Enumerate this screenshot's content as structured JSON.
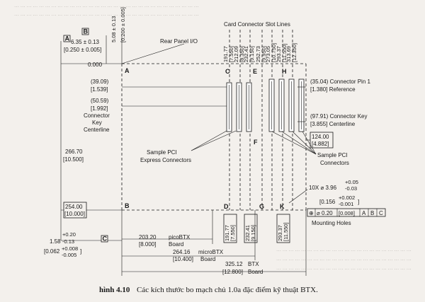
{
  "bleed": {
    "top_lines": [
      "… … … … … … … … … … … … … … … … … … … … … … … … … … … … … …",
      "… … … … … … … … … … … … … … … … … … … … … … … … … … … … … …"
    ],
    "bottom_lines": [
      "… … … … … … … … … … … … … … … … … … … … … …",
      "… … … … … … … … … … … … … … … … … … … … … …",
      "… … … … … … … … … … … … … … … … … … … … … …"
    ]
  },
  "labels": {
    "rear_panel": "Rear Panel I/O",
    "card_connector_slot_lines": "Card Connector Slot Lines",
    "connector_pin1": "(35.04) Connector Pin 1",
    "connector_pin1_in": "[1.380] Reference",
    "connector_key_right_1": "(97.91) Connector Key",
    "connector_key_right_2": "[3.855] Centerline",
    "connector_key_left_1": "Connector",
    "connector_key_left_2": "Key",
    "connector_key_left_3": "Centerline",
    "sample_pci_express_1": "Sample PCI",
    "sample_pci_express_2": "Express Connectors",
    "sample_pci_1": "Sample PCI",
    "sample_pci_2": "Connectors",
    "mounting_holes": "Mounting Holes",
    "hole_count_dim": "10X ⌀ 3.96",
    "hole_tol_plus": "+0.05",
    "hole_tol_minus": "-0.03",
    "hole_in": "[0.156",
    "hole_in_tol_plus": "+0.002",
    "hole_in_tol_minus": "-0.001",
    "hole_in_close": "]",
    "fcf_symbol": "⊕",
    "fcf_tol": "⌀ 0.20",
    "fcf_tol_in": "[0.008]",
    "fcf_a": "A",
    "fcf_b": "B",
    "fcf_c": "C"
  },
  "datums": {
    "a": "A",
    "b": "B",
    "c": "C"
  },
  "dims": {
    "top_left_1": "6.35 ± 0.13",
    "top_left_2": "[0.250 ± 0.005]",
    "top_v1": "5.08 ± 0.13",
    "top_v2": "[0.200 ± 0.005]",
    "zero_top": "0.000",
    "d_3909": "(39.09)",
    "d_3909_in": "[1.539]",
    "d_5059": "(50.59)",
    "d_5059_in": "[1.992]",
    "d_26670": "266.70",
    "d_26670_in": "[10.500]",
    "d_254": "254.00",
    "d_254_in": "[10.000]",
    "d_158": "1.58",
    "d_158_tol_plus": "+0.20",
    "d_158_tol_minus": "-0.13",
    "d_158_in": "[0.062",
    "d_158_in_plus": "+0.008",
    "d_158_in_minus": "-0.005",
    "d_158_in_close": "]",
    "d_124": "124.00",
    "d_124_in": "[4.882]",
    "top_slot_dims": [
      "191.77",
      "[7.550]",
      "212.09",
      "[8.350]",
      "232.41",
      "[9.150]",
      "252.73",
      "[9.950]",
      "273.05",
      "[10.750]",
      "293.37",
      "[11.550]",
      "313.69",
      "[12.350]"
    ],
    "bottom_slot_dims": [
      "191.77",
      "[7.550]",
      "232.41",
      "[9.150]",
      "293.37",
      "[11.550]"
    ],
    "pico": "203.20",
    "pico_in": "[8.000]",
    "pico_name": "picoBTX",
    "pico_board": "Board",
    "micro": "264.16",
    "micro_in": "[10.400]",
    "micro_name": "microBTX",
    "micro_board": "Board",
    "btx": "325.12",
    "btx_in": "[12.800]",
    "btx_name": "BTX",
    "btx_board": "Board"
  },
  "points": {
    "a": "A",
    "b": "B",
    "c": "C",
    "d": "D",
    "e": "E",
    "f": "F",
    "g": "G",
    "h": "H",
    "k": "K"
  },
  "caption": {
    "label": "hình 4.10",
    "text": "Các kích thước bo mạch chủ 1.0a đặc điểm kỹ thuật BTX."
  }
}
